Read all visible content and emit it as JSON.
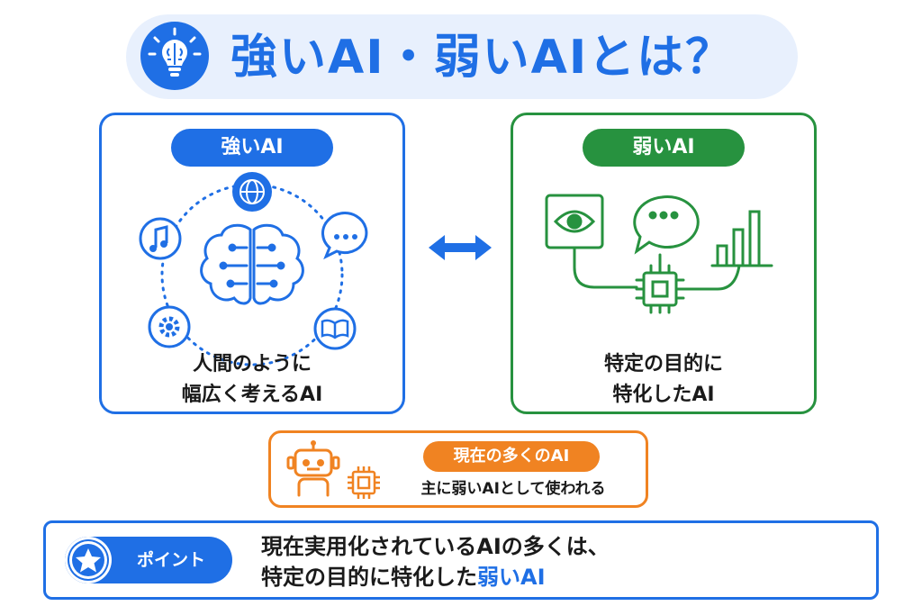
{
  "title": "強いAI・弱いAIとは？",
  "strong": {
    "label": "強いAI",
    "caption_line1": "人間のように",
    "caption_line2": "幅広く考えるAI"
  },
  "weak": {
    "label": "弱いAI",
    "caption_line1": "特定の目的に",
    "caption_line2": "特化したAI"
  },
  "current": {
    "label": "現在の多くのAI",
    "text": "主に弱いAIとして使われる"
  },
  "point": {
    "label": "ポイント",
    "line1": "現在実用化されているAIの多くは、",
    "line2_prefix": "特定の目的に特化した",
    "line2_highlight": "弱いAI"
  },
  "colors": {
    "blue": "#1f6fe5",
    "green": "#27923f",
    "orange": "#f08322"
  },
  "icons": [
    "lightbulb-brain-icon",
    "globe-icon",
    "music-note-icon",
    "chat-bubble-icon",
    "gear-icon",
    "book-icon",
    "brain-circuit-icon",
    "double-arrow-icon",
    "eye-icon",
    "chart-icon",
    "chip-icon",
    "robot-icon",
    "star-icon"
  ]
}
